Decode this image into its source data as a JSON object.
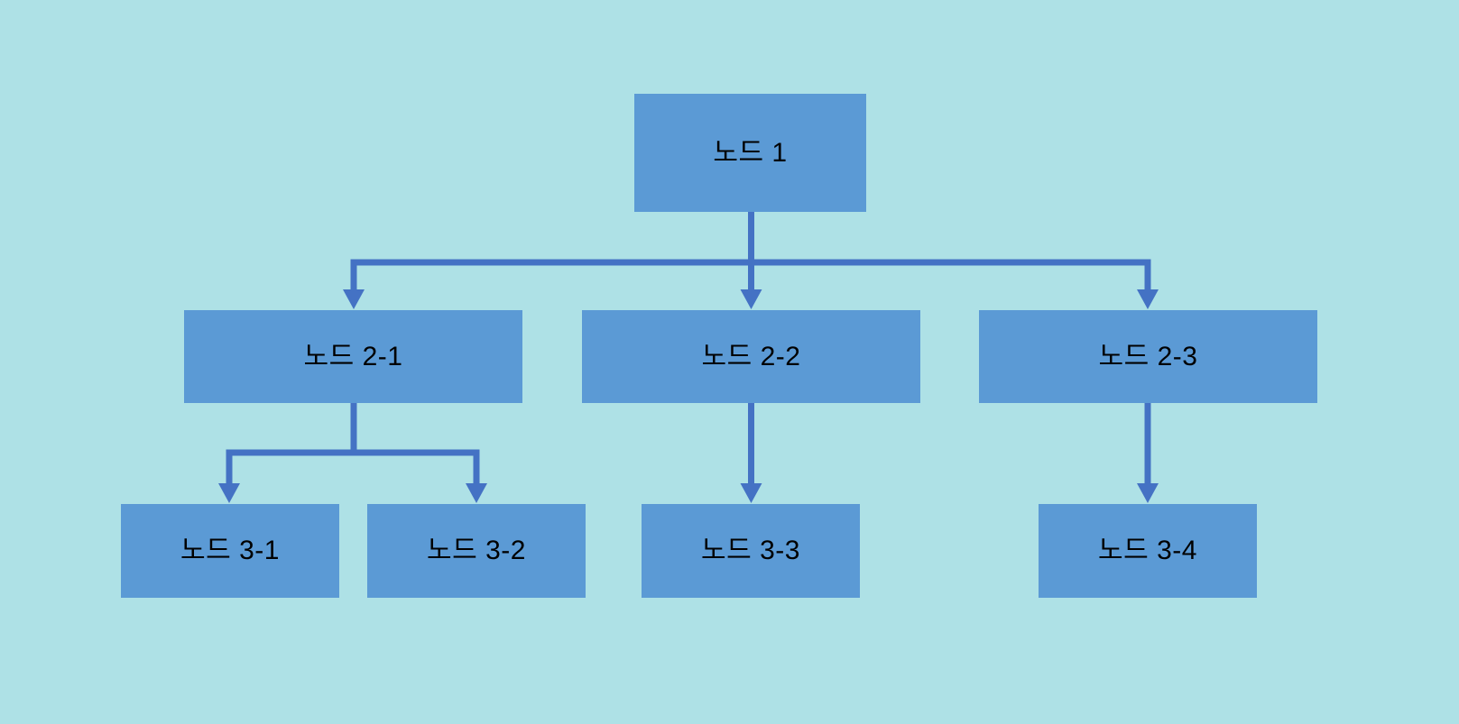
{
  "diagram": {
    "type": "tree-flowchart",
    "direction": "top-down",
    "colors": {
      "background": "#AEE1E6",
      "node_fill": "#5B9AD5",
      "connector": "#4472C4",
      "node_text": "#000000"
    },
    "nodes": [
      {
        "id": "1",
        "label": "노드 1",
        "level": 1,
        "parent": null
      },
      {
        "id": "2-1",
        "label": "노드 2-1",
        "level": 2,
        "parent": "1"
      },
      {
        "id": "2-2",
        "label": "노드 2-2",
        "level": 2,
        "parent": "1"
      },
      {
        "id": "2-3",
        "label": "노드 2-3",
        "level": 2,
        "parent": "1"
      },
      {
        "id": "3-1",
        "label": "노드 3-1",
        "level": 3,
        "parent": "2-1"
      },
      {
        "id": "3-2",
        "label": "노드 3-2",
        "level": 3,
        "parent": "2-1"
      },
      {
        "id": "3-3",
        "label": "노드 3-3",
        "level": 3,
        "parent": "2-2"
      },
      {
        "id": "3-4",
        "label": "노드 3-4",
        "level": 3,
        "parent": "2-3"
      }
    ],
    "edges": [
      {
        "from": "1",
        "to": "2-1"
      },
      {
        "from": "1",
        "to": "2-2"
      },
      {
        "from": "1",
        "to": "2-3"
      },
      {
        "from": "2-1",
        "to": "3-1"
      },
      {
        "from": "2-1",
        "to": "3-2"
      },
      {
        "from": "2-2",
        "to": "3-3"
      },
      {
        "from": "2-3",
        "to": "3-4"
      }
    ]
  }
}
